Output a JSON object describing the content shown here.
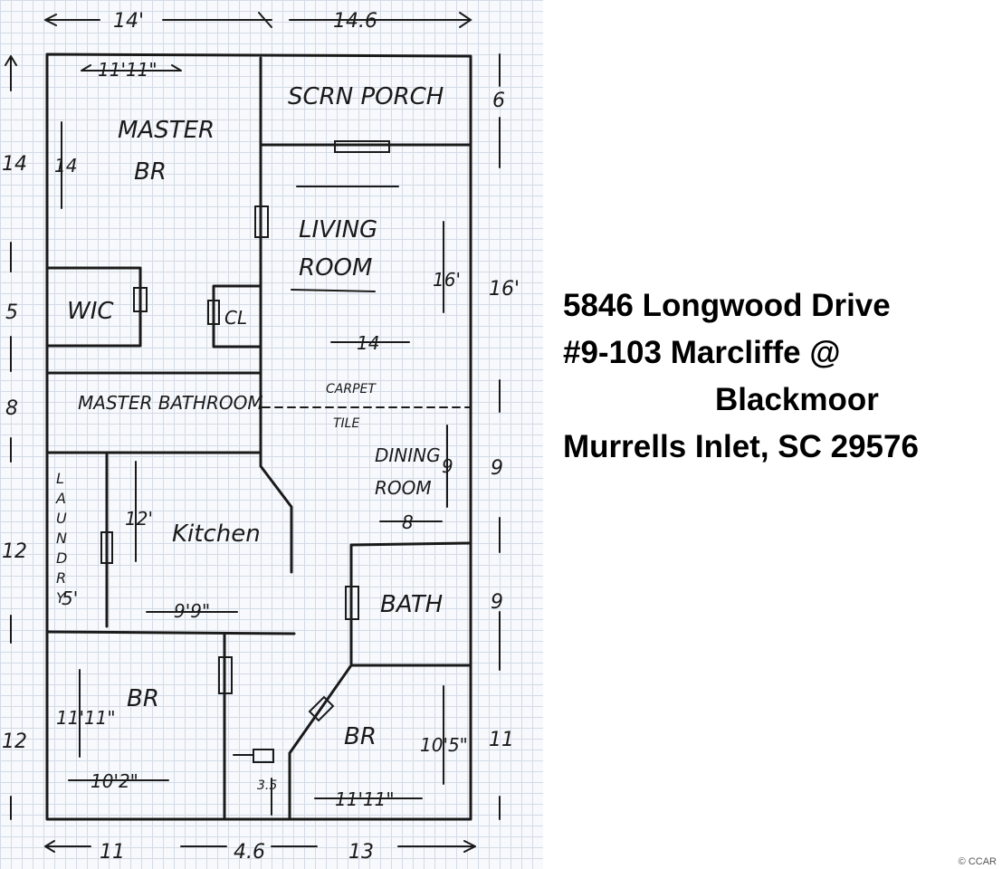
{
  "address": {
    "line1": "5846 Longwood Drive",
    "line2": "#9-103 Marcliffe @",
    "line3": "Blackmoor",
    "line4": "Murrells Inlet, SC 29576"
  },
  "copyright": "© CCAR",
  "plan": {
    "outer_dims": {
      "top_left": "14'",
      "top_right": "14.6",
      "bottom_left": "11",
      "bottom_mid": "4.6",
      "bottom_right": "13"
    },
    "left_dims": [
      "14",
      "5",
      "8",
      "12",
      "12"
    ],
    "right_dims": [
      "6",
      "16'",
      "9",
      "9",
      "11"
    ],
    "rooms": {
      "master_br": {
        "label_line1": "MASTER",
        "label_line2": "BR",
        "width": "11'11\"",
        "depth": "14"
      },
      "scrn_porch": {
        "label": "SCRN PORCH"
      },
      "living_room": {
        "label_line1": "LIVING",
        "label_line2": "ROOM",
        "width": "14",
        "depth": "16'"
      },
      "wic": {
        "label": "WIC"
      },
      "closet": {
        "label": "CL"
      },
      "master_bath": {
        "label": "MASTER BATHROOM"
      },
      "carpet_tile": {
        "carpet": "CARPET",
        "tile": "TILE"
      },
      "laundry": {
        "letters": [
          "L",
          "A",
          "U",
          "N",
          "D",
          "R",
          "Y"
        ],
        "width": "5'"
      },
      "kitchen": {
        "label": "Kitchen",
        "depth": "12'",
        "width": "9'9\""
      },
      "dining_room": {
        "label_line1": "DINING",
        "label_line2": "ROOM",
        "depth": "9",
        "width": "8"
      },
      "bath": {
        "label": "BATH"
      },
      "br_left": {
        "label": "BR",
        "depth": "11'11\"",
        "width": "10'2\""
      },
      "br_right": {
        "label": "BR",
        "depth": "10'5\"",
        "width": "11'11\""
      },
      "hall_closet": {
        "width": "3.5"
      }
    }
  }
}
